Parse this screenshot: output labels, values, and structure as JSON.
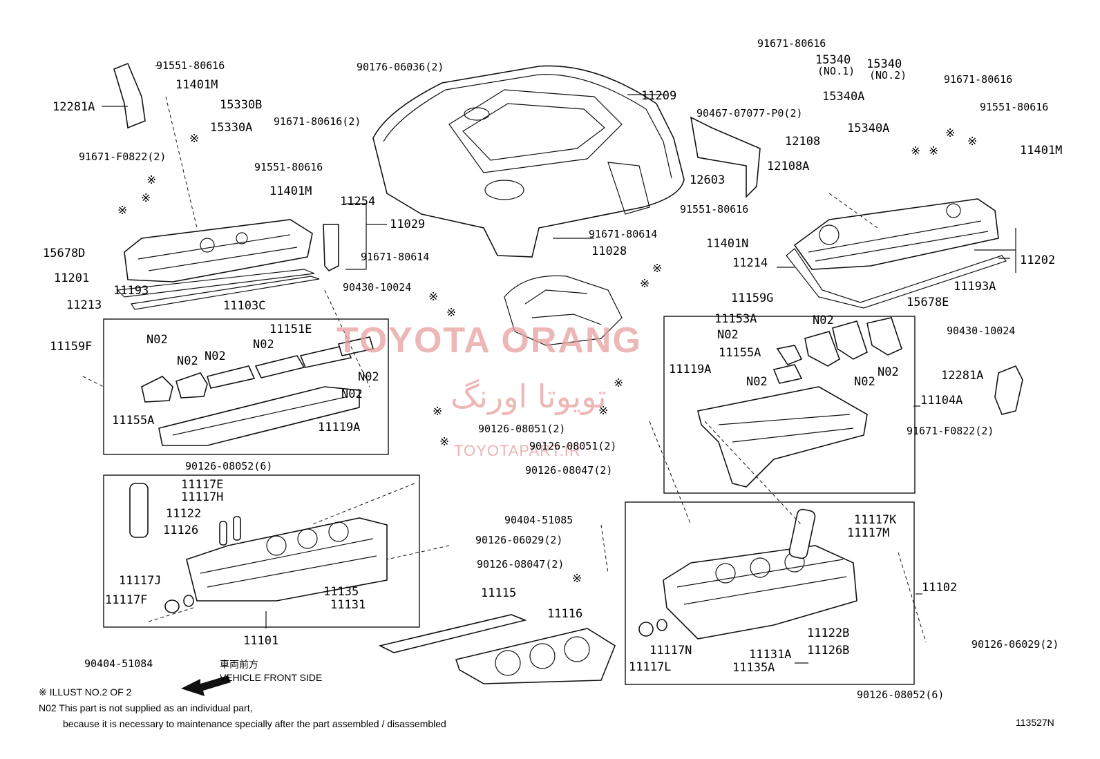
{
  "labels": [
    "91551-80616",
    "11401M",
    "12281A",
    "15330B",
    "15330A",
    "91671-80616(2)",
    "91671-F0822(2)",
    "91551-80616",
    "11401M",
    "11254",
    "11029",
    "15678D",
    "91671-80614",
    "11201",
    "11193",
    "90430-10024",
    "11213",
    "11103C",
    "N02",
    "11151E",
    "11159F",
    "N02",
    "N02",
    "N02",
    "N02",
    "N02",
    "11155A",
    "11119A",
    "90126-08051(2)",
    "90126-08051(2)",
    "90126-08052(6)",
    "90126-08047(2)",
    "11117E",
    "11117H",
    "11122",
    "11126",
    "90404-51085",
    "90126-06029(2)",
    "90126-08047(2)",
    "11117J",
    "11135",
    "11115",
    "11117F",
    "11131",
    "11116",
    "11101",
    "90404-51084",
    "90176-06036(2)",
    "11209",
    "91671-80614",
    "11028",
    "91671-80616",
    "15340",
    "(NO.1)",
    "15340A",
    "15340",
    "(NO.2)",
    "91671-80616",
    "90467-07077-P0(2)",
    "91551-80616",
    "15340A",
    "12108",
    "11401M",
    "12108A",
    "12603",
    "91551-80616",
    "11401N",
    "11214",
    "11202",
    "11193A",
    "11159G",
    "15678E",
    "11153A",
    "N02",
    "N02",
    "90430-10024",
    "11155A",
    "11119A",
    "N02",
    "12281A",
    "N02",
    "N02",
    "11104A",
    "91671-F0822(2)",
    "11117K",
    "11117M",
    "11102",
    "11122B",
    "90126-06029(2)",
    "11126B",
    "11117N",
    "11131A",
    "11117L",
    "11135A",
    "90126-08052(6)"
  ],
  "reference_mark": "※",
  "watermark": {
    "latin": "TOYOTA ORANG",
    "persian": "تویوتا اورنگ",
    "url": "TOYOTAPART.IR"
  },
  "notes": {
    "front_japanese": "車両前方",
    "front_english": "VEHICLE FRONT SIDE",
    "illust": "※ ILLUST NO.2 OF 2",
    "n02_line1": "N02 This part is not supplied as an individual part,",
    "n02_line2": "because it is necessary to maintenance specially after the part assembled / disassembled",
    "illustration_id": "113527N"
  }
}
